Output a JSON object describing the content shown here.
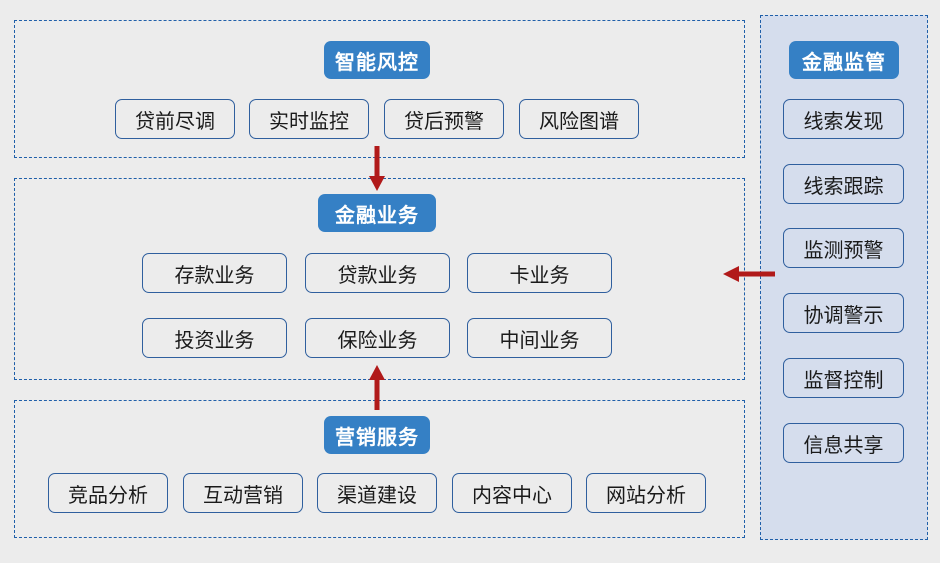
{
  "diagram": {
    "title_colors": {
      "header_blue": "#3580c5",
      "box_border": "#2f5f9e",
      "panel_border": "#1f5fa9",
      "right_panel_bg": "#d5dded",
      "page_bg": "#ececec",
      "arrow_red": "#b11a1a"
    },
    "panels": [
      {
        "id": "risk-control",
        "header": "智能风控",
        "items": [
          "贷前尽调",
          "实时监控",
          "贷后预警",
          "风险图谱"
        ]
      },
      {
        "id": "financial-business",
        "header": "金融业务",
        "items": [
          "存款业务",
          "贷款业务",
          "卡业务",
          "投资业务",
          "保险业务",
          "中间业务"
        ]
      },
      {
        "id": "marketing-service",
        "header": "营销服务",
        "items": [
          "竞品分析",
          "互动营销",
          "渠道建设",
          "内容中心",
          "网站分析"
        ]
      }
    ],
    "right_panel": {
      "id": "financial-regulation",
      "header": "金融监管",
      "items": [
        "线索发现",
        "线索跟踪",
        "监测预警",
        "协调警示",
        "监督控制",
        "信息共享"
      ]
    },
    "arrows": [
      {
        "name": "risk-control-to-financial-business",
        "direction": "down"
      },
      {
        "name": "marketing-service-to-financial-business",
        "direction": "up"
      },
      {
        "name": "financial-regulation-to-financial-business",
        "direction": "left"
      }
    ]
  }
}
